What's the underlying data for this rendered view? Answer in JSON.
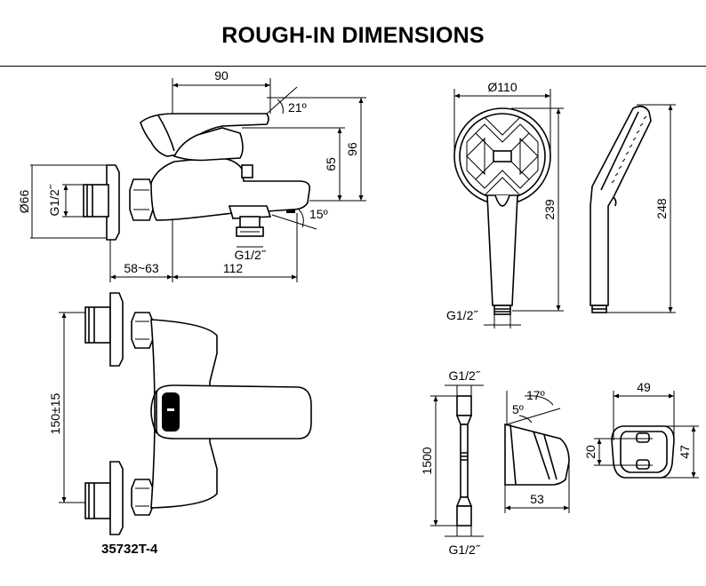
{
  "title": "ROUGH-IN DIMENSIONS",
  "model": "35732T-4",
  "faucet": {
    "width_top": "90",
    "angle_lever": "21º",
    "height_96": "96",
    "height_65": "65",
    "diameter": "Ø66",
    "thread_inlet": "G1/2˝",
    "thread_outlet": "G1/2˝",
    "angle_spout": "15º",
    "offset": "58~63",
    "length": "112",
    "centers": "150±15"
  },
  "hand_shower": {
    "diameter": "Ø110",
    "length_front": "239",
    "length_side": "248",
    "thread": "G1/2˝"
  },
  "hose": {
    "thread_top": "G1/2˝",
    "length": "1500",
    "thread_bottom": "G1/2˝"
  },
  "holder": {
    "angle_outer": "17º",
    "angle_inner": "5º",
    "depth": "53",
    "width": "49",
    "height_inner": "20",
    "height": "47"
  }
}
